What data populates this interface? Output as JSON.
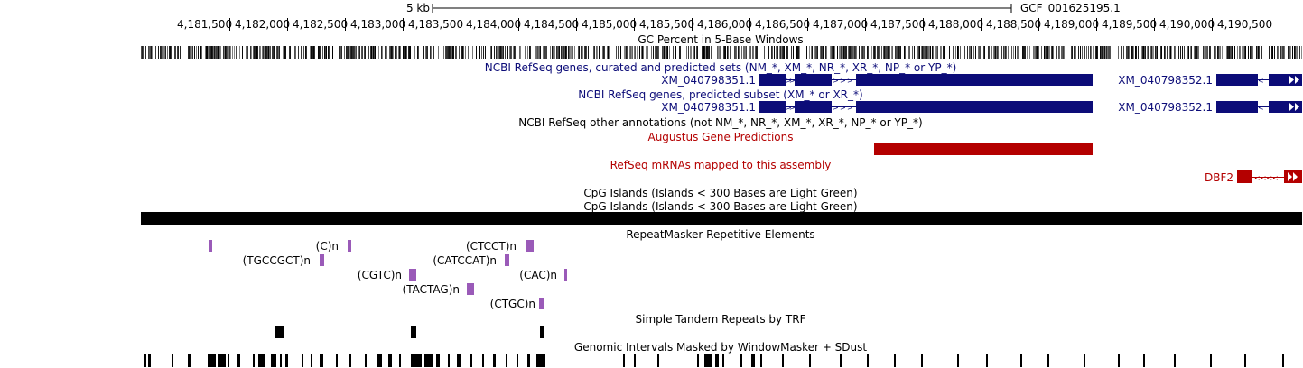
{
  "colors": {
    "text": "#000000",
    "ncbi_gene": "#0c0c78",
    "augustus": "#b40000",
    "refseq_mrna": "#b40000",
    "cpg": "#000000",
    "repeat": "#9a5ab8",
    "trf": "#000000",
    "windowmasker": "#000000",
    "gc": "#000000"
  },
  "scale_bar": {
    "label": "5 kb",
    "assembly": "GCF_001625195.1"
  },
  "ruler": {
    "ticks": [
      "4,181,500",
      "4,182,000",
      "4,182,500",
      "4,183,000",
      "4,183,500",
      "4,184,000",
      "4,184,500",
      "4,185,000",
      "4,185,500",
      "4,186,000",
      "4,186,500",
      "4,187,000",
      "4,187,500",
      "4,188,000",
      "4,188,500",
      "4,189,000",
      "4,189,500",
      "4,190,000",
      "4,190,500"
    ]
  },
  "tracks": {
    "gc_percent": {
      "title": "GC Percent in 5-Base Windows"
    },
    "ncbi_refseq_all": {
      "title": "NCBI RefSeq genes, curated and predicted sets (NM_*, XM_*, NR_*, XR_*, NP_* or YP_*)",
      "genes": [
        {
          "name": "XM_040798351.1",
          "strand": "+"
        },
        {
          "name": "XM_040798352.1",
          "strand": "-"
        }
      ]
    },
    "ncbi_refseq_predicted": {
      "title": "NCBI RefSeq genes, predicted subset (XM_* or XR_*)",
      "genes": [
        {
          "name": "XM_040798351.1",
          "strand": "+"
        },
        {
          "name": "XM_040798352.1",
          "strand": "-"
        }
      ]
    },
    "ncbi_refseq_other": {
      "title": "NCBI RefSeq other annotations (not NM_*, NR_*, XM_*, XR_*, NP_* or YP_*)"
    },
    "augustus": {
      "title": "Augustus Gene Predictions"
    },
    "refseq_mrna": {
      "title": "RefSeq mRNAs mapped to this assembly",
      "genes": [
        {
          "name": "DBF2",
          "strand": "-"
        }
      ]
    },
    "cpg_islands_1": {
      "title": "CpG Islands (Islands < 300 Bases are Light Green)"
    },
    "cpg_islands_2": {
      "title": "CpG Islands (Islands < 300 Bases are Light Green)"
    },
    "repeatmasker": {
      "title": "RepeatMasker Repetitive Elements",
      "items": [
        "(C)n",
        "(CTCCT)n",
        "(TGCCGCT)n",
        "(CATCCAT)n",
        "(CGTC)n",
        "(CAC)n",
        "(TACTAG)n",
        "(CTGC)n"
      ]
    },
    "simple_repeats": {
      "title": "Simple Tandem Repeats by TRF"
    },
    "windowmasker": {
      "title": "Genomic Intervals Masked by WindowMasker + SDust"
    }
  }
}
